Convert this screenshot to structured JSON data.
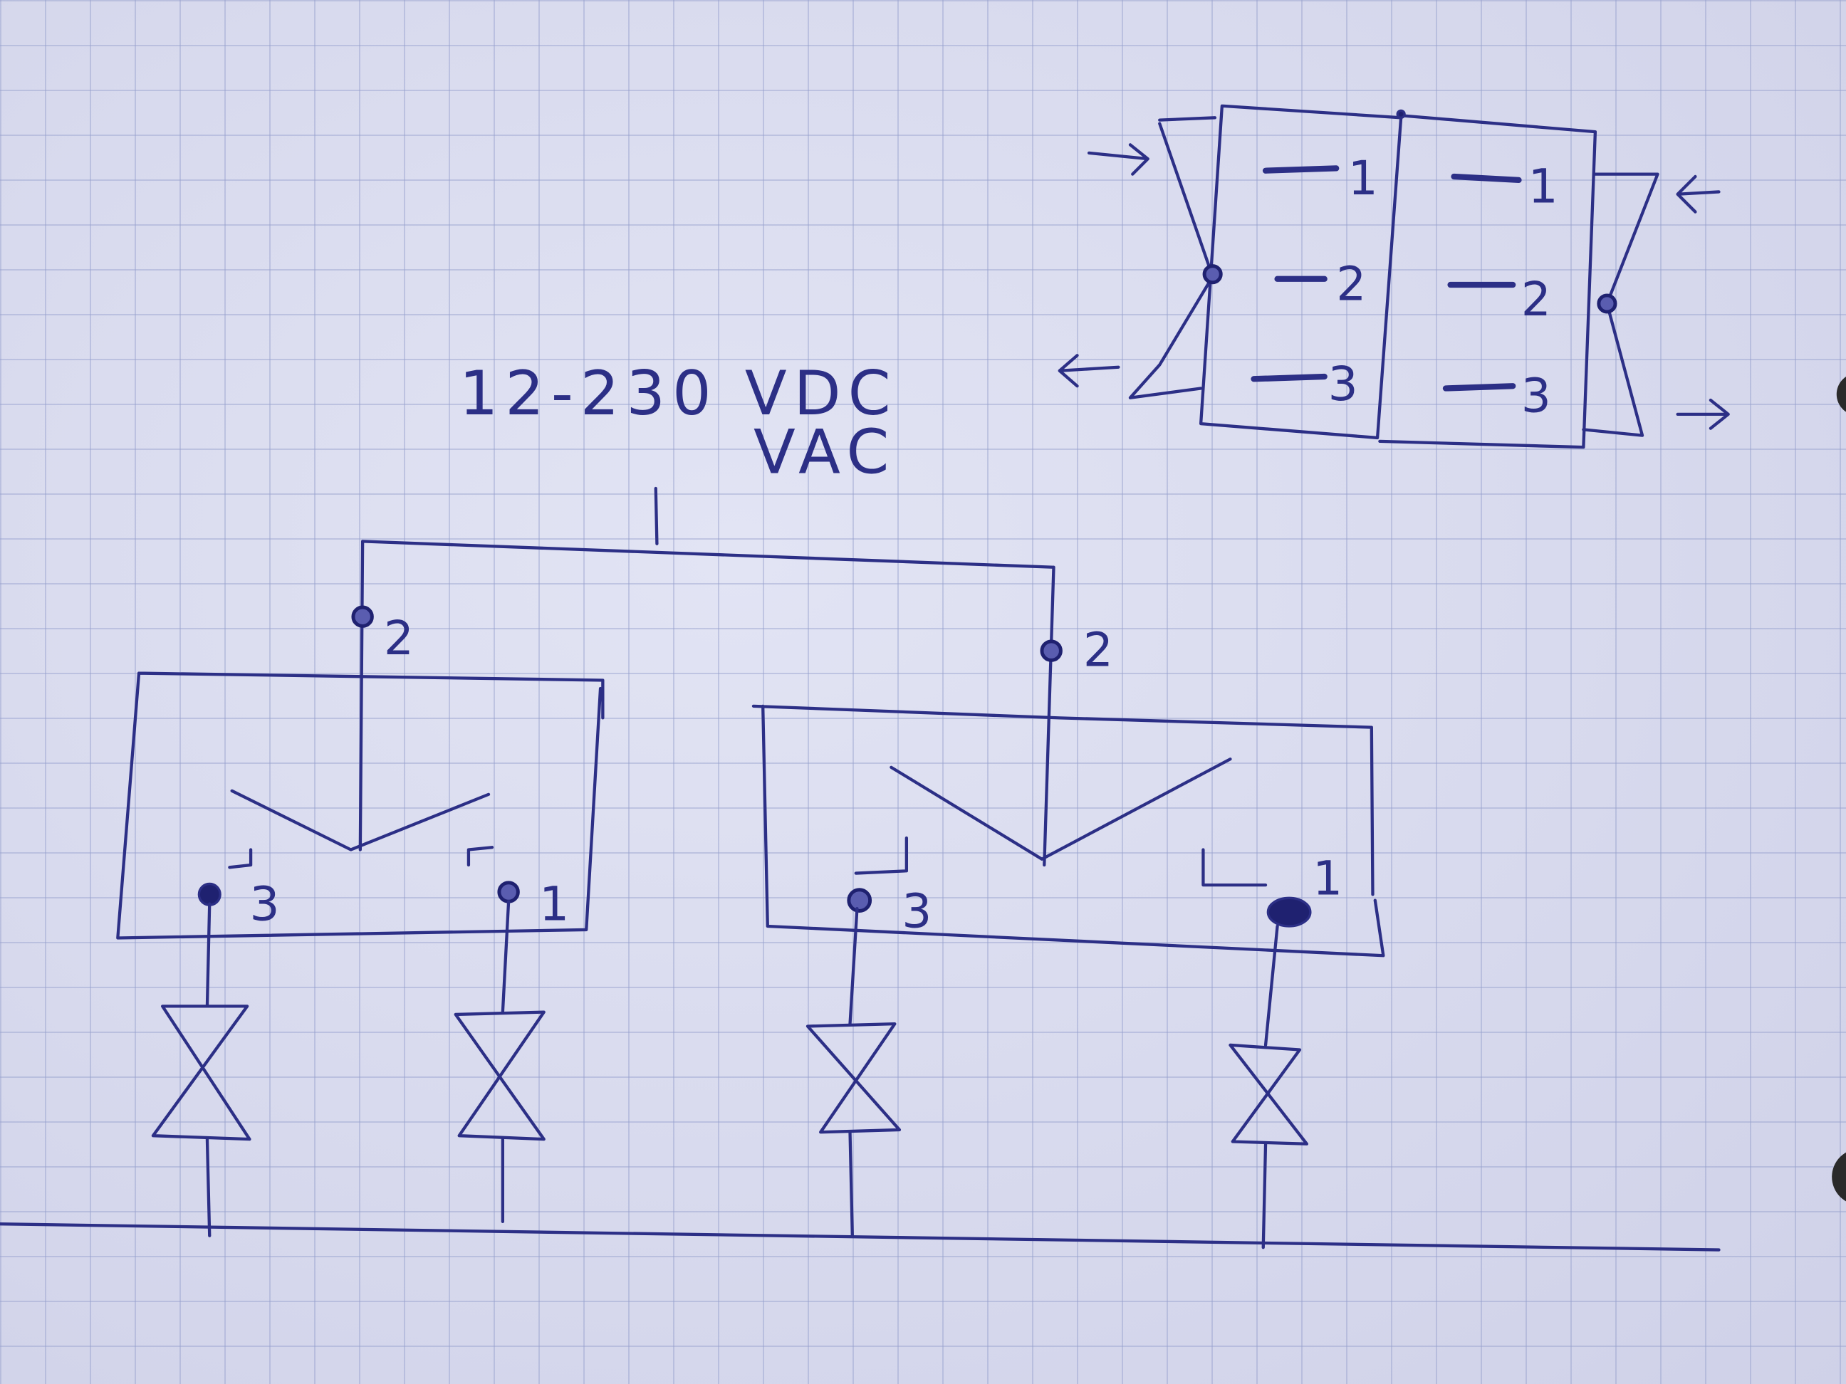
{
  "title": {
    "voltage_range": "12-230 VDC",
    "voltage_ac": "VAC"
  },
  "left_switch": {
    "common": "2",
    "out_a": "3",
    "out_b": "1"
  },
  "right_switch": {
    "common": "2",
    "out_a": "3",
    "out_b": "1"
  },
  "connector": {
    "left_pins": [
      "1",
      "2",
      "3"
    ],
    "right_pins": [
      "1",
      "2",
      "3"
    ]
  },
  "colors": {
    "ink": "#2c2f86",
    "paper": "#d9dbef"
  }
}
